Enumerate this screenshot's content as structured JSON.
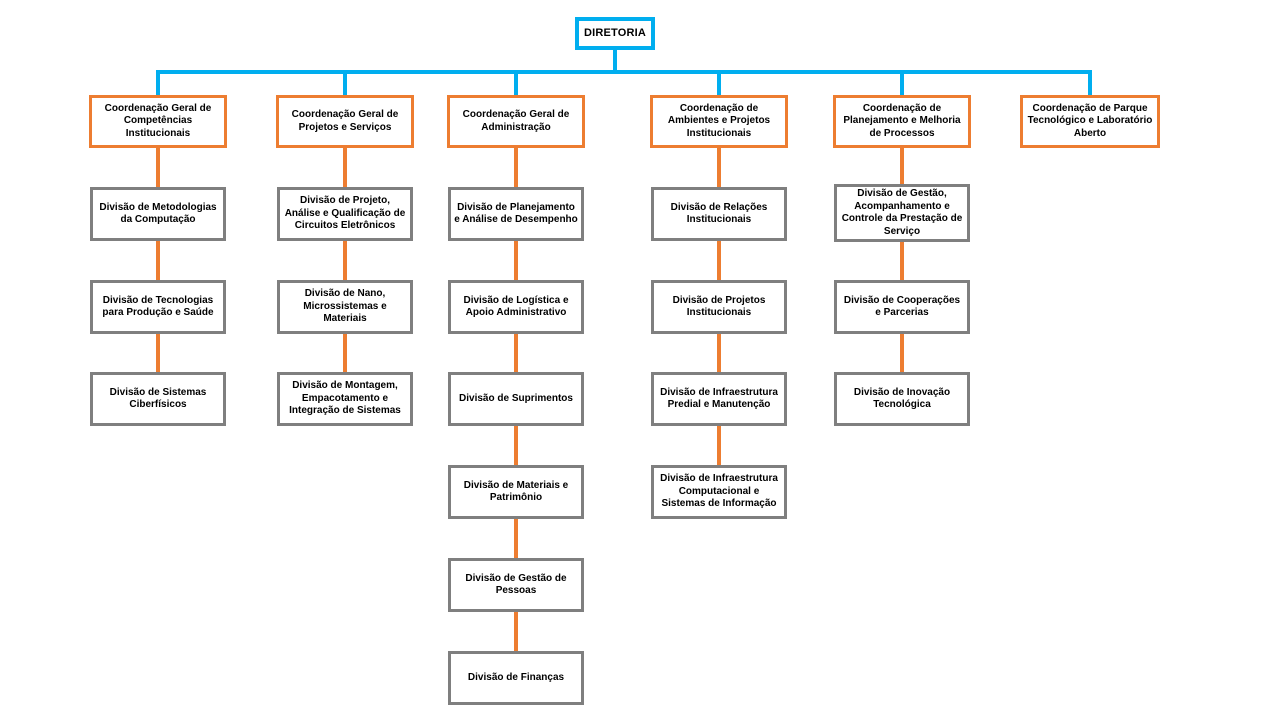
{
  "colors": {
    "connector_blue": "#00AEEF",
    "connector_orange": "#ED7D31",
    "coordination_border": "#ED7D31",
    "division_border": "#7F7F7F",
    "text": "#000000",
    "background": "#FFFFFF"
  },
  "org": {
    "root": {
      "label": "DIRETORIA"
    },
    "columns": [
      {
        "coordination": "Coordenação Geral de Competências Institucionais",
        "divisions": [
          "Divisão de Metodologias da Computação",
          "Divisão de Tecnologias para Produção e Saúde",
          "Divisão de Sistemas Ciberfísicos"
        ]
      },
      {
        "coordination": "Coordenação Geral de Projetos e Serviços",
        "divisions": [
          "Divisão de Projeto, Análise e Qualificação de Circuitos Eletrônicos",
          "Divisão de Nano, Microssistemas e Materiais",
          "Divisão de Montagem, Empacotamento e Integração de Sistemas"
        ]
      },
      {
        "coordination": "Coordenação Geral de Administração",
        "divisions": [
          "Divisão de Planejamento e Análise de Desempenho",
          "Divisão de Logística e Apoio Administrativo",
          "Divisão de Suprimentos",
          "Divisão de Materiais e Patrimônio",
          "Divisão de Gestão de Pessoas",
          "Divisão de Finanças"
        ]
      },
      {
        "coordination": "Coordenação de Ambientes e Projetos Institucionais",
        "divisions": [
          "Divisão de Relações Institucionais",
          "Divisão de Projetos Institucionais",
          "Divisão de Infraestrutura Predial e Manutenção",
          "Divisão de Infraestrutura Computacional e Sistemas de Informação"
        ]
      },
      {
        "coordination": "Coordenação de Planejamento e Melhoria de Processos",
        "divisions": [
          "Divisão de Gestão, Acompanhamento e Controle da Prestação de Serviço",
          "Divisão de Cooperações e Parcerias",
          "Divisão de Inovação Tecnológica"
        ]
      },
      {
        "coordination": "Coordenação de Parque Tecnológico e Laboratório Aberto",
        "divisions": []
      }
    ]
  }
}
